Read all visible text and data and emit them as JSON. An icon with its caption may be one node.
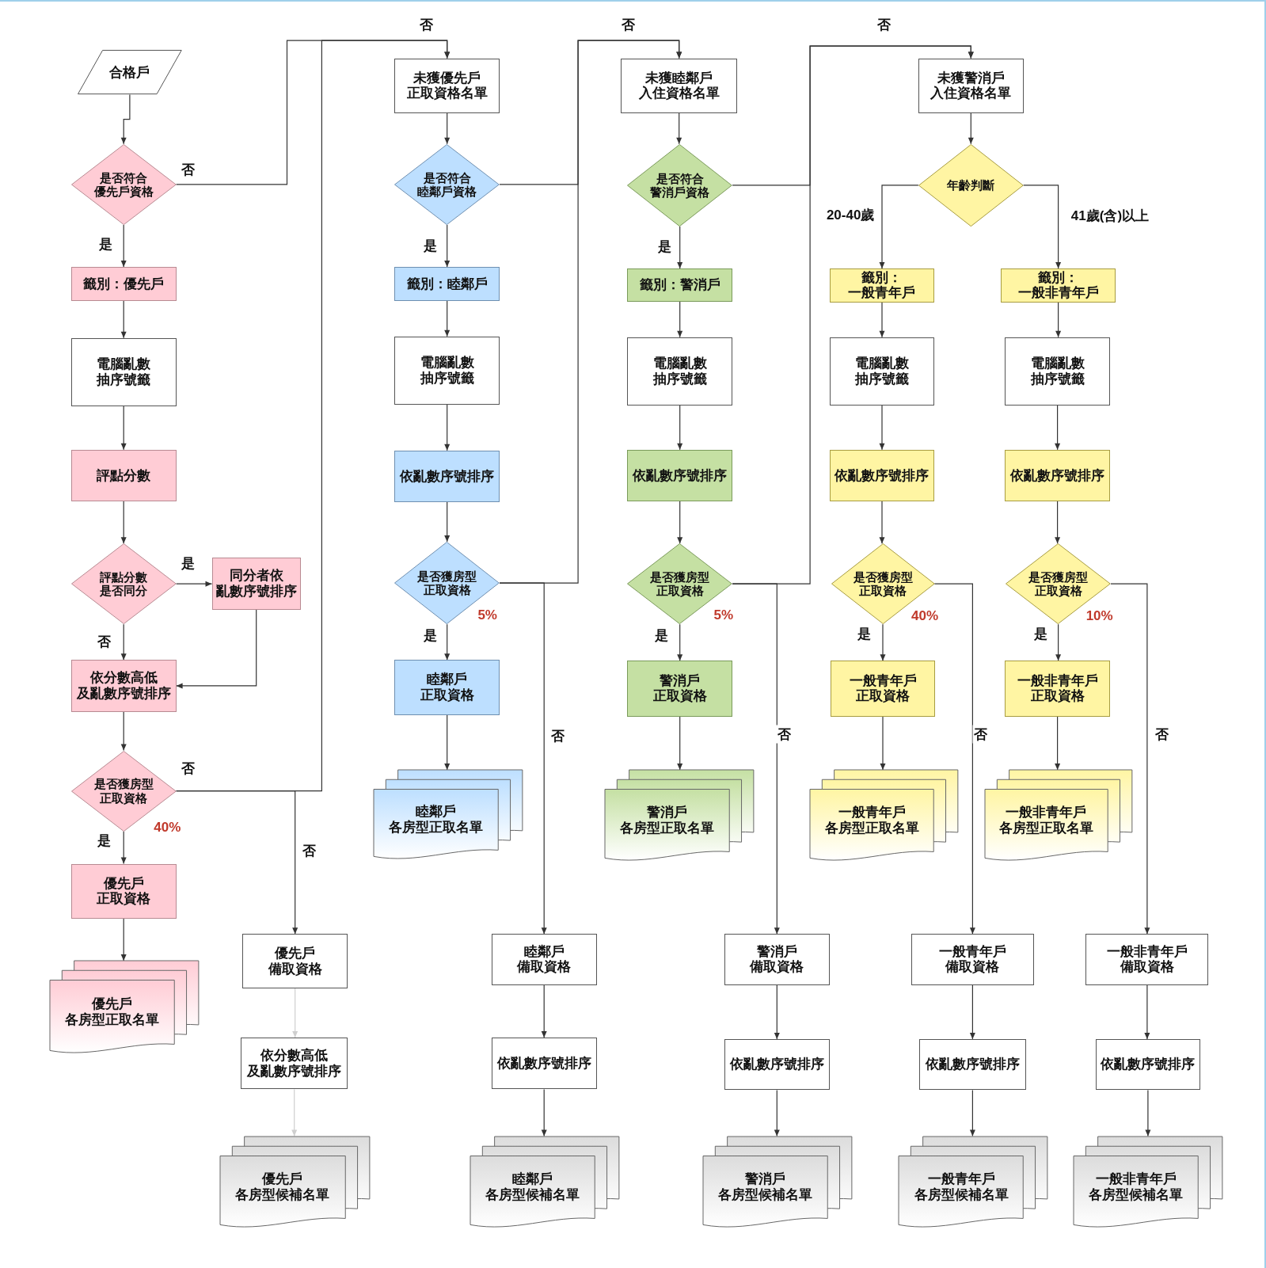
{
  "diagram": {
    "nodes": [
      {
        "text": [
          "合格戶"
        ]
      },
      {
        "text": [
          "是否符合優先戶資格"
        ]
      },
      {
        "text": [
          "籤別：優先戶"
        ]
      },
      {
        "text": [
          "電腦亂數抽序號籤"
        ]
      },
      {
        "text": [
          "評點分數"
        ]
      },
      {
        "text": [
          "評點分數是否同分"
        ]
      },
      {
        "text": [
          "同分者依亂數序號排序"
        ]
      },
      {
        "text": [
          "依分數高低及亂數序號排序"
        ]
      },
      {
        "text": [
          "是否獲房型正取資格"
        ],
        "beside": [
          "40%"
        ]
      },
      {
        "text": [
          "優先戶正取資格"
        ]
      },
      {
        "text": [
          "優先戶各房型正取名單"
        ]
      },
      {
        "text": [
          "優先戶備取資格"
        ]
      },
      {
        "text": [
          "依分數高低及亂數序號排序"
        ]
      },
      {
        "text": [
          "優先戶各房型候補名單"
        ]
      },
      {
        "text": [
          "未獲優先戶正取資格名單"
        ]
      },
      {
        "text": [
          "是否符合睦鄰戶資格"
        ]
      },
      {
        "text": [
          "籤別：睦鄰戶"
        ]
      },
      {
        "text": [
          "電腦亂數抽序號籤"
        ]
      },
      {
        "text": [
          "依亂數序號排序"
        ]
      },
      {
        "text": [
          "是否獲房型正取資格"
        ],
        "beside": [
          "5%"
        ]
      },
      {
        "text": [
          "睦鄰戶正取資格"
        ]
      },
      {
        "text": [
          "睦鄰戶各房型正取名單"
        ]
      },
      {
        "text": [
          "睦鄰戶備取資格"
        ]
      },
      {
        "text": [
          "依亂數序號排序"
        ]
      },
      {
        "text": [
          "睦鄰戶各房型候補名單"
        ]
      },
      {
        "text": [
          "未獲睦鄰戶入住資格名單"
        ]
      },
      {
        "text": [
          "是否符合警消戶資格"
        ]
      },
      {
        "text": [
          "籤別：警消戶"
        ]
      },
      {
        "text": [
          "電腦亂數抽序號籤"
        ]
      },
      {
        "text": [
          "依亂數序號排序"
        ]
      },
      {
        "text": [
          "是否獲房型正取資格"
        ],
        "beside": [
          "5%"
        ]
      },
      {
        "text": [
          "警消戶正取資格"
        ]
      },
      {
        "text": [
          "警消戶各房型正取名單"
        ]
      },
      {
        "text": [
          "警消戶備取資格"
        ]
      },
      {
        "text": [
          "依亂數序號排序"
        ]
      },
      {
        "text": [
          "警消戶各房型候補名單"
        ]
      },
      {
        "text": [
          "未獲警消戶入住資格名單"
        ]
      },
      {
        "text": [
          "年齡判斷"
        ]
      },
      {
        "text": [
          "籤別：一般青年戶"
        ]
      },
      {
        "text": [
          "籤別：一般非青年戶"
        ]
      },
      {
        "text": [
          "電腦亂數抽序號籤"
        ]
      },
      {
        "text": [
          "電腦亂數抽序號籤"
        ]
      },
      {
        "text": [
          "依亂數序號排序"
        ]
      },
      {
        "text": [
          "依亂數序號排序"
        ]
      },
      {
        "text": [
          "是否獲房型正取資格"
        ],
        "beside": [
          "40%"
        ]
      },
      {
        "text": [
          "是否獲房型正取資格"
        ],
        "beside": [
          "10%"
        ]
      },
      {
        "text": [
          "一般青年戶正取資格"
        ]
      },
      {
        "text": [
          "一般非青年戶正取資格"
        ]
      },
      {
        "text": [
          "一般青年戶各房型正取名單"
        ]
      },
      {
        "text": [
          "一般非青年戶各房型正取名單"
        ]
      },
      {
        "text": [
          "一般青年戶備取資格"
        ]
      },
      {
        "text": [
          "依亂數序號排序"
        ]
      },
      {
        "text": [
          "一般青年戶各房型候補名單"
        ]
      },
      {
        "text": [
          "一般非青年戶備取資格"
        ]
      },
      {
        "text": [
          "依亂數序號排序"
        ]
      },
      {
        "text": [
          "一般非青年戶各房型候補名單"
        ]
      }
    ],
    "edges": [
      {
        "from": 0,
        "to": 1,
        "arrow": "to"
      },
      {
        "from": 1,
        "to": 2,
        "arrow": "to",
        "label": "是"
      },
      {
        "from": 1,
        "to": 14,
        "arrow": "to",
        "label": "否"
      },
      {
        "from": 2,
        "to": 3,
        "arrow": "to"
      },
      {
        "from": 3,
        "to": 4,
        "arrow": "to"
      },
      {
        "from": 4,
        "to": 5,
        "arrow": "to"
      },
      {
        "from": 5,
        "to": 6,
        "arrow": "to",
        "label": "是"
      },
      {
        "from": 5,
        "to": 7,
        "arrow": "to",
        "label": "否"
      },
      {
        "from": 6,
        "to": 7,
        "arrow": "to"
      },
      {
        "from": 7,
        "to": 8,
        "arrow": "to"
      },
      {
        "from": 8,
        "to": 9,
        "arrow": "to",
        "label": "是"
      },
      {
        "from": 8,
        "to": 14,
        "arrow": "to",
        "label": "否"
      },
      {
        "from": 8,
        "to": 11,
        "arrow": "to",
        "label": "否"
      },
      {
        "from": 9,
        "to": 10,
        "arrow": "to"
      },
      {
        "from": 11,
        "to": 12,
        "arrow": "to",
        "color": "#cfcfcf"
      },
      {
        "from": 12,
        "to": 13,
        "arrow": "to",
        "color": "#cfcfcf"
      },
      {
        "from": 14,
        "to": 15,
        "arrow": "to"
      },
      {
        "from": 15,
        "to": 16,
        "arrow": "to",
        "label": "是"
      },
      {
        "from": 15,
        "to": 25,
        "arrow": "to",
        "label": "否"
      },
      {
        "from": 16,
        "to": 17,
        "arrow": "to"
      },
      {
        "from": 17,
        "to": 18,
        "arrow": "to"
      },
      {
        "from": 18,
        "to": 19,
        "arrow": "to"
      },
      {
        "from": 19,
        "to": 20,
        "arrow": "to",
        "label": "是"
      },
      {
        "from": 19,
        "to": 25,
        "arrow": "to"
      },
      {
        "from": 19,
        "to": 22,
        "arrow": "to",
        "label": "否"
      },
      {
        "from": 20,
        "to": 21,
        "arrow": "to"
      },
      {
        "from": 22,
        "to": 23,
        "arrow": "to"
      },
      {
        "from": 23,
        "to": 24,
        "arrow": "to"
      },
      {
        "from": 25,
        "to": 26,
        "arrow": "to"
      },
      {
        "from": 26,
        "to": 27,
        "arrow": "to",
        "label": "是"
      },
      {
        "from": 26,
        "to": 36,
        "arrow": "to",
        "label": "否"
      },
      {
        "from": 27,
        "to": 28,
        "arrow": "to"
      },
      {
        "from": 28,
        "to": 29,
        "arrow": "to"
      },
      {
        "from": 29,
        "to": 30,
        "arrow": "to"
      },
      {
        "from": 30,
        "to": 31,
        "arrow": "to",
        "label": "是"
      },
      {
        "from": 30,
        "to": 36,
        "arrow": "to"
      },
      {
        "from": 30,
        "to": 33,
        "arrow": "to",
        "label": "否"
      },
      {
        "from": 31,
        "to": 32,
        "arrow": "to"
      },
      {
        "from": 33,
        "to": 34,
        "arrow": "to"
      },
      {
        "from": 34,
        "to": 35,
        "arrow": "to"
      },
      {
        "from": 36,
        "to": 37,
        "arrow": "to"
      },
      {
        "from": 37,
        "to": 38,
        "arrow": "to",
        "label": "20-40歲"
      },
      {
        "from": 37,
        "to": 39,
        "arrow": "to",
        "label": "41歲(含)以上"
      },
      {
        "from": 38,
        "to": 40,
        "arrow": "to"
      },
      {
        "from": 39,
        "to": 41,
        "arrow": "to"
      },
      {
        "from": 40,
        "to": 42,
        "arrow": "to"
      },
      {
        "from": 41,
        "to": 43,
        "arrow": "to"
      },
      {
        "from": 42,
        "to": 44,
        "arrow": "to"
      },
      {
        "from": 43,
        "to": 45,
        "arrow": "to"
      },
      {
        "from": 44,
        "to": 46,
        "arrow": "to",
        "label": "是"
      },
      {
        "from": 45,
        "to": 47,
        "arrow": "to",
        "label": "是"
      },
      {
        "from": 44,
        "to": 50,
        "arrow": "to",
        "label": "否"
      },
      {
        "from": 45,
        "to": 53,
        "arrow": "to",
        "label": "否"
      },
      {
        "from": 46,
        "to": 48,
        "arrow": "to"
      },
      {
        "from": 47,
        "to": 49,
        "arrow": "to"
      },
      {
        "from": 50,
        "to": 51,
        "arrow": "to"
      },
      {
        "from": 51,
        "to": 52,
        "arrow": "to"
      },
      {
        "from": 53,
        "to": 54,
        "arrow": "to"
      },
      {
        "from": 54,
        "to": 55,
        "arrow": "to"
      }
    ],
    "labels": [
      "否"
    ]
  }
}
